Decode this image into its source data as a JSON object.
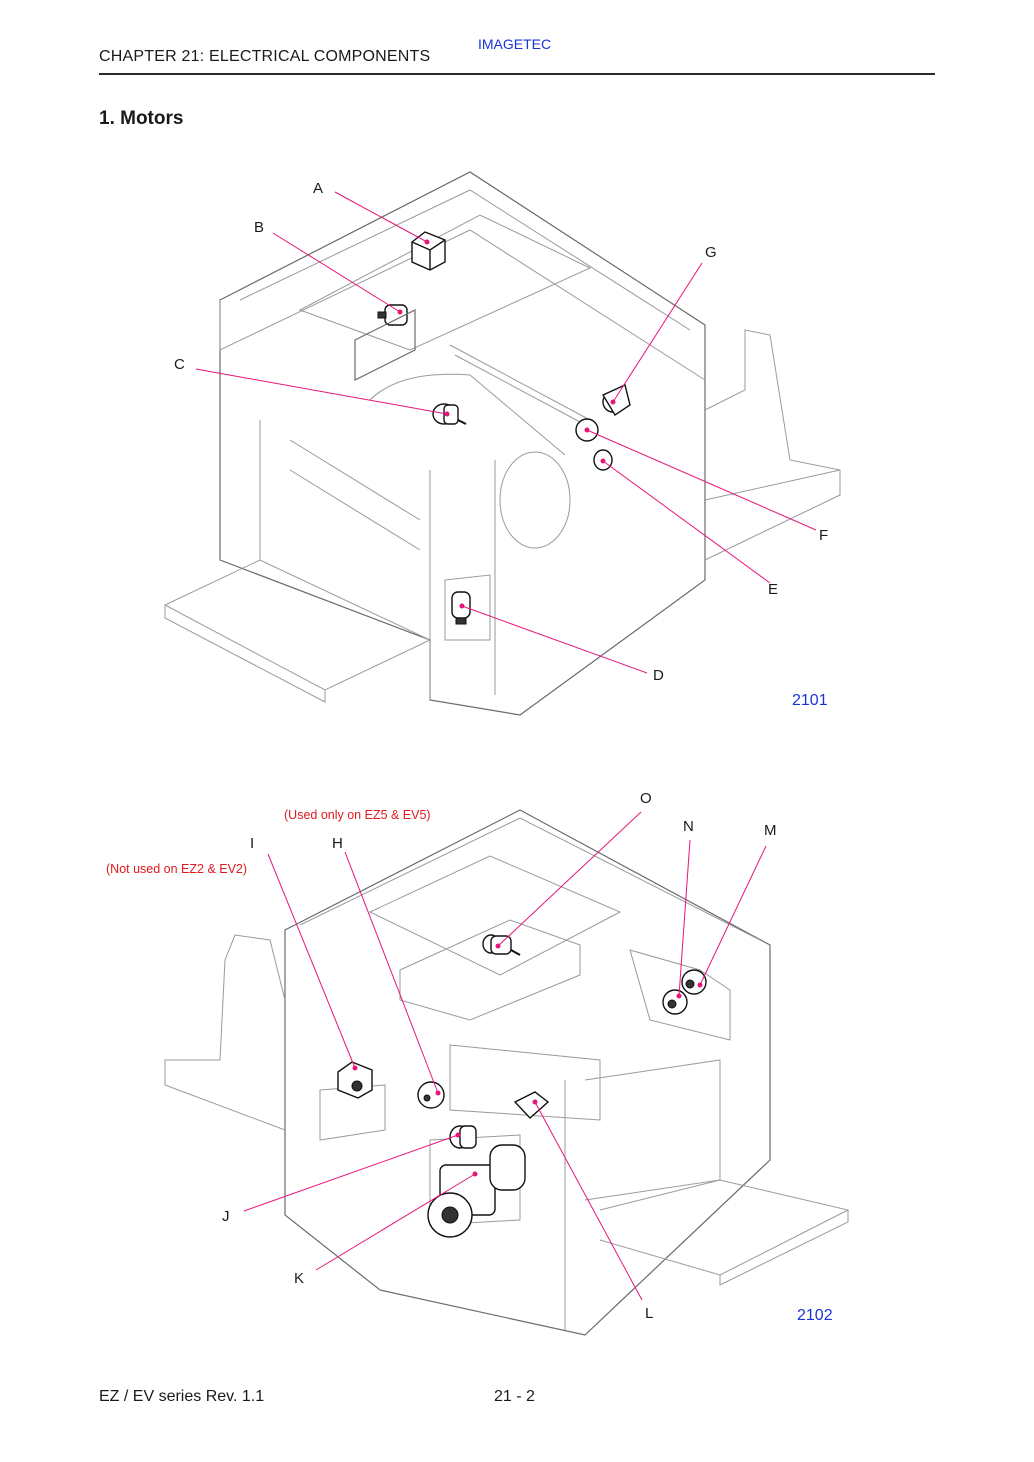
{
  "header": {
    "chapter": "CHAPTER 21:  ELECTRICAL COMPONENTS",
    "brand": "IMAGETEC"
  },
  "section": {
    "title": "1.   Motors"
  },
  "figure1": {
    "number": "2101",
    "labels": [
      "A",
      "B",
      "C",
      "D",
      "E",
      "F",
      "G"
    ]
  },
  "figure2": {
    "number": "2102",
    "labels": [
      "H",
      "I",
      "J",
      "K",
      "L",
      "M",
      "N",
      "O"
    ],
    "notes": {
      "h_note": "(Used only on EZ5 & EV5)",
      "i_note": "(Not used on EZ2 & EV2)"
    }
  },
  "footer": {
    "series": "EZ / EV series Rev. 1.1",
    "page": "21 - 2"
  },
  "colors": {
    "leader": "#e6157c",
    "figure_number": "#1a33d6",
    "note": "#e0191f"
  }
}
